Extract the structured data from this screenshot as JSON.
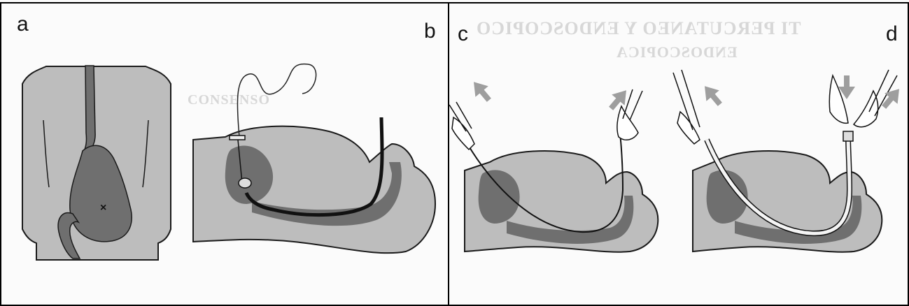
{
  "panels": [
    {
      "id": "a",
      "label": "a"
    },
    {
      "id": "b",
      "label": "b"
    },
    {
      "id": "c",
      "label": "c"
    },
    {
      "id": "d",
      "label": "d"
    }
  ],
  "marker": {
    "symbol": "×"
  },
  "bleed_through_text": {
    "left_heading": "CONSENSO",
    "right_heading_1": "TI PERCUTANEO Y ENDOSCOPICO",
    "right_heading_2": "ENDOSCOPICA"
  },
  "colors": {
    "skin_fill": "#bdbdbd",
    "organ_fill": "#6f6f6f",
    "outline": "#1a1a1a",
    "arrow_fill": "#9e9e9e",
    "frame_line": "#000000",
    "background": "#fbfbfb",
    "tube_dark": "#111111",
    "tube_light": "#f4f4f4"
  },
  "icons": [
    "arrow-up-left-icon",
    "arrow-up-right-icon",
    "arrow-down-icon"
  ]
}
